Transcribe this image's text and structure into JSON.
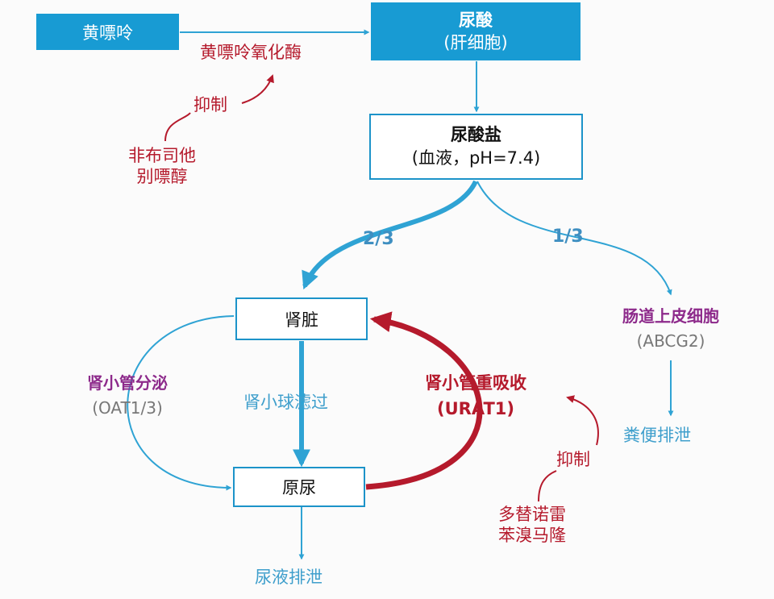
{
  "colors": {
    "blue_accent": "#189bd3",
    "box_border": "#1c93c9",
    "red": "#b51a2c",
    "purple": "#8d2a8b"
  },
  "nodes": {
    "hypoxanthine": "黄嘌呤",
    "uric_acid": {
      "title": "尿酸",
      "sub": "(肝细胞)"
    },
    "urate": {
      "title": "尿酸盐",
      "sub": "(血液，pH=7.4)"
    },
    "kidney": "肾脏",
    "primary_urine": "原尿",
    "intestine": {
      "title": "肠道上皮细胞",
      "sub": "(ABCG2)"
    }
  },
  "labels": {
    "xanthine_oxidase": "黄嘌呤氧化酶",
    "inhibit_top": "抑制",
    "xo_drugs": [
      "非布司他",
      "别嘌醇"
    ],
    "fraction_kidney": "2/3",
    "fraction_gut": "1/3",
    "tubular_secretion": {
      "title": "肾小管分泌",
      "sub": "(OAT1/3)"
    },
    "glomerular_filtration": "肾小球滤过",
    "tubular_reabsorption": {
      "title": "肾小管重吸收",
      "sub": "(URAT1)"
    },
    "inhibit_bottom": "抑制",
    "urat1_drugs": [
      "多替诺雷",
      "苯溴马隆"
    ],
    "urine_excretion": "尿液排泄",
    "fecal_excretion": "粪便排泄"
  }
}
